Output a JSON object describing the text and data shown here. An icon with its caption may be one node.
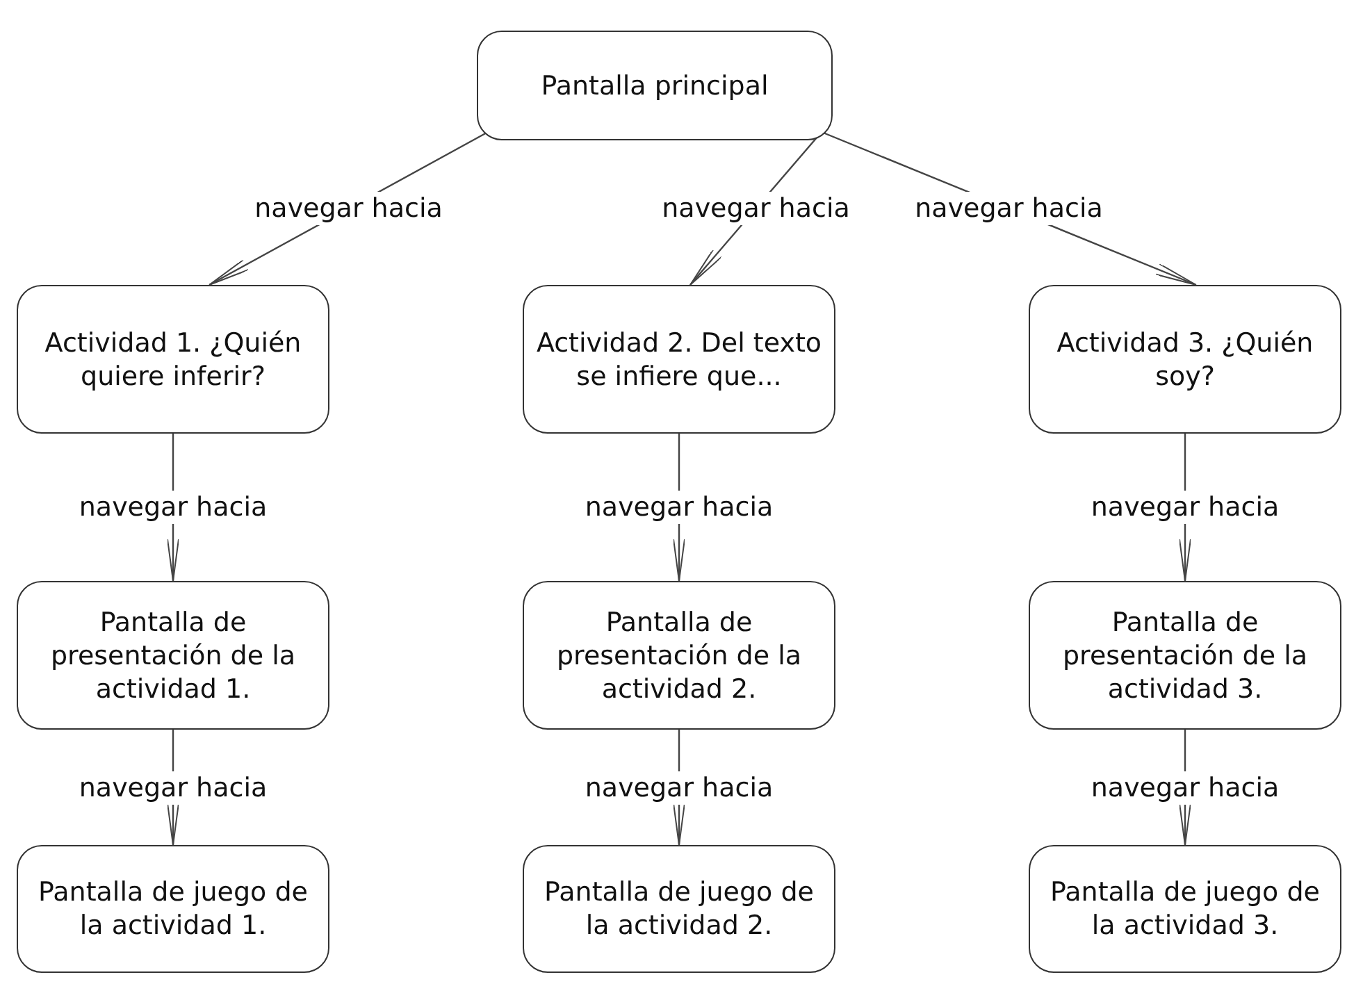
{
  "diagram": {
    "nodes": [
      {
        "text": [
          "Pantalla principal"
        ]
      },
      {
        "text": [
          "Actividad 1. ¿Quién quiere inferir?"
        ]
      },
      {
        "text": [
          "Actividad 2. Del texto se infiere que..."
        ]
      },
      {
        "text": [
          "Actividad 3. ¿Quién soy?"
        ]
      },
      {
        "text": [
          "Pantalla de presentación de la actividad 1."
        ]
      },
      {
        "text": [
          "Pantalla de presentación de la actividad 2."
        ]
      },
      {
        "text": [
          "Pantalla de presentación de la actividad 3."
        ]
      },
      {
        "text": [
          "Pantalla de juego de la actividad 1."
        ]
      },
      {
        "text": [
          "Pantalla de juego de la actividad 2."
        ]
      },
      {
        "text": [
          "Pantalla de juego de la actividad 3."
        ]
      }
    ],
    "edges": [
      {
        "from": 0,
        "to": 1,
        "label": "navegar hacia",
        "arrow": "to"
      },
      {
        "from": 0,
        "to": 2,
        "label": "navegar hacia",
        "arrow": "to"
      },
      {
        "from": 0,
        "to": 3,
        "label": "navegar hacia",
        "arrow": "to"
      },
      {
        "from": 1,
        "to": 4,
        "label": "navegar hacia",
        "arrow": "to"
      },
      {
        "from": 2,
        "to": 5,
        "label": "navegar hacia",
        "arrow": "to"
      },
      {
        "from": 3,
        "to": 6,
        "label": "navegar hacia",
        "arrow": "to"
      },
      {
        "from": 4,
        "to": 7,
        "label": "navegar hacia",
        "arrow": "to"
      },
      {
        "from": 5,
        "to": 8,
        "label": "navegar hacia",
        "arrow": "to"
      },
      {
        "from": 6,
        "to": 9,
        "label": "navegar hacia",
        "arrow": "to"
      }
    ]
  }
}
